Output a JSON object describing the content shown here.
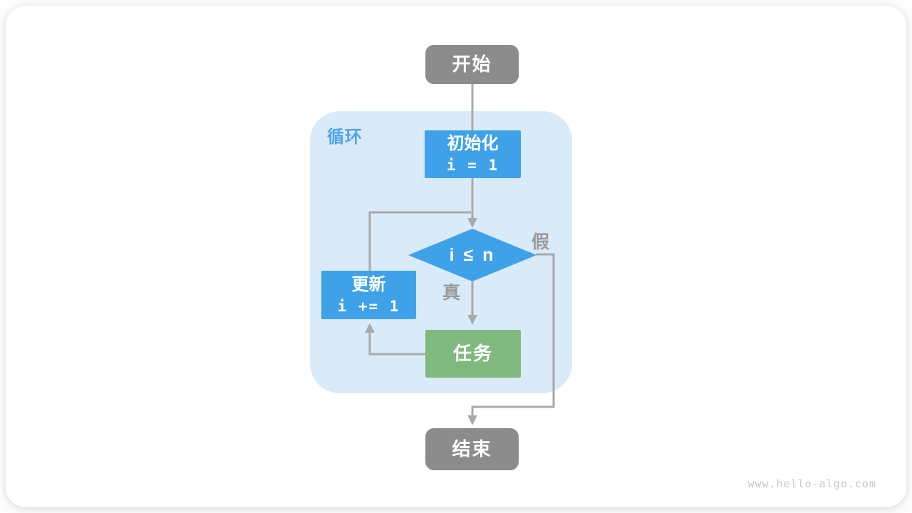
{
  "page": {
    "watermark": "www.hello-algo.com"
  },
  "colors": {
    "node_blue": "#3FA2E9",
    "node_green": "#7FB97D",
    "node_gray": "#8C8C8C",
    "loop_bg": "#D9EAF9",
    "loop_label": "#4FA3E8",
    "line": "#A9A9A9",
    "edge_label": "#9A9A9A",
    "watermark": "#C9C9C9"
  },
  "flowchart": {
    "loop_label": "循环",
    "nodes": {
      "start": {
        "label": "开始"
      },
      "init": {
        "label": "初始化",
        "code": "i = 1"
      },
      "condition": {
        "code": "i ≤ n"
      },
      "update": {
        "label": "更新",
        "code": "i += 1"
      },
      "task": {
        "label": "任务"
      },
      "end": {
        "label": "结束"
      }
    },
    "edge_labels": {
      "true": "真",
      "false": "假"
    }
  }
}
